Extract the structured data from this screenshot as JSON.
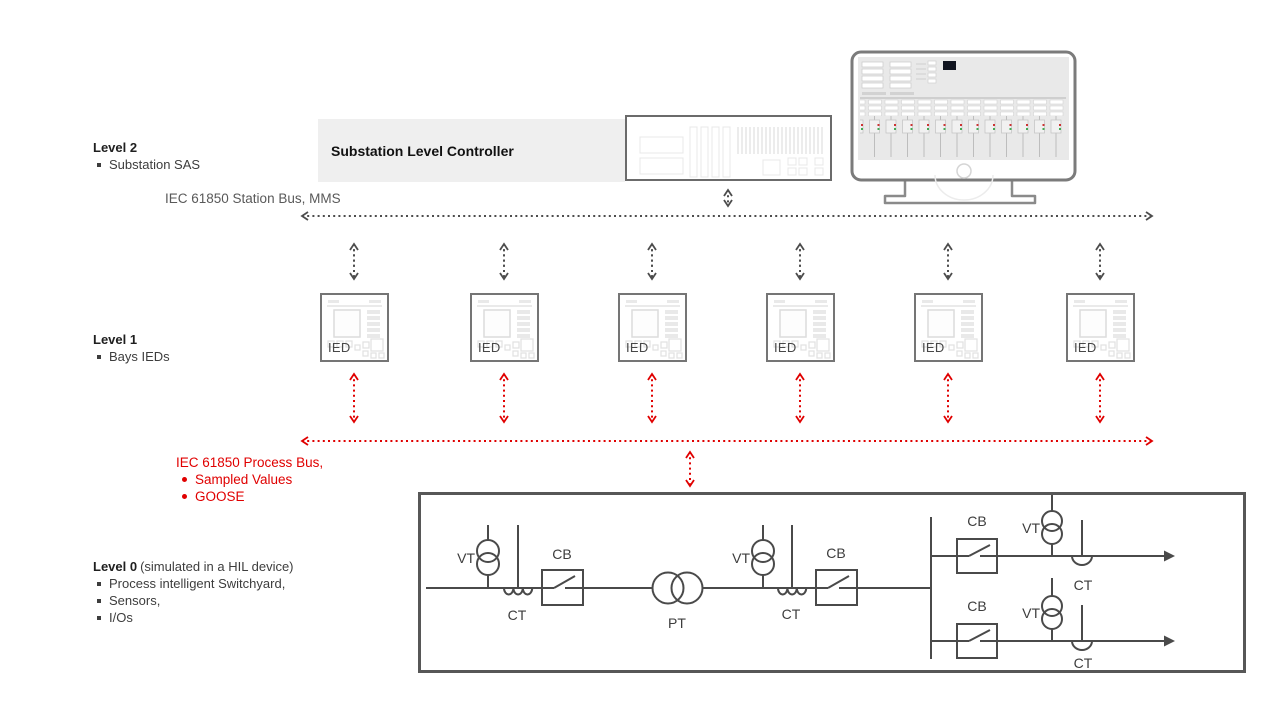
{
  "colors": {
    "accent_red": "#e00000",
    "line_gray": "#4d4d4d"
  },
  "levels": {
    "level2": {
      "title": "Level 2",
      "bullets": [
        "Substation SAS"
      ]
    },
    "level1": {
      "title": "Level 1",
      "bullets": [
        "Bays IEDs"
      ]
    },
    "level0": {
      "title": "Level 0",
      "title_suffix": "(simulated in a HIL  device)",
      "bullets": [
        "Process intelligent Switchyard,",
        "Sensors,",
        "I/Os"
      ]
    }
  },
  "station_bus": {
    "label": "IEC 61850 Station Bus, MMS"
  },
  "process_bus": {
    "label": "IEC 61850 Process Bus,",
    "bullets": [
      "Sampled Values",
      "GOOSE"
    ]
  },
  "controller": {
    "label": "Substation Level Controller"
  },
  "ied_label": "IED",
  "switchyard": {
    "vt": "VT",
    "ct": "CT",
    "cb": "CB",
    "pt": "PT"
  }
}
